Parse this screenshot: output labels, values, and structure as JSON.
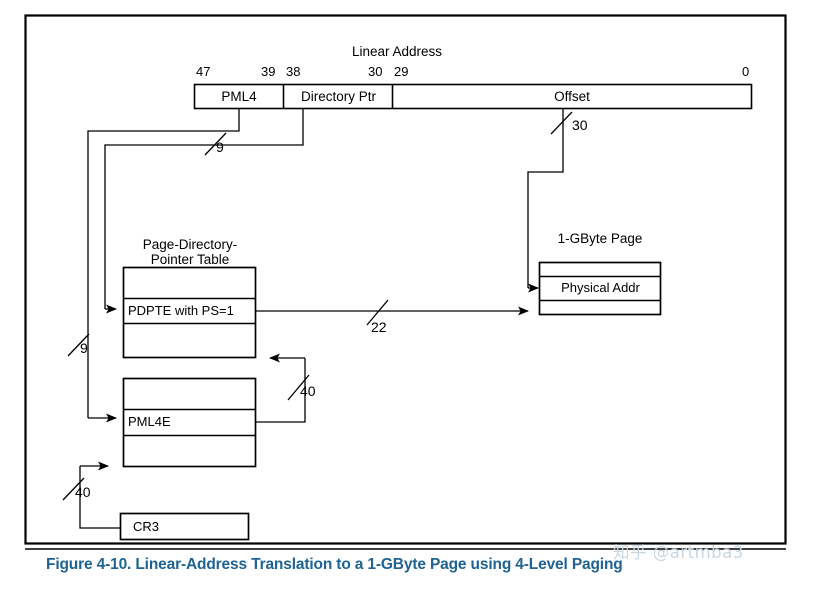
{
  "figure": {
    "caption": "Figure 4-10.  Linear-Address Translation to a 1-GByte Page using 4-Level Paging",
    "caption_color": "#1f6392",
    "watermark": "知乎 @artmba3"
  },
  "linear_address": {
    "title": "Linear Address",
    "bit_labels": {
      "high": "47",
      "pml4_low": "39",
      "dirptr_high": "38",
      "dirptr_low": "30",
      "offset_high": "29",
      "offset_low": "0"
    },
    "fields": [
      {
        "name": "PML4",
        "label": "PML4"
      },
      {
        "name": "Directory Ptr",
        "label": "Directory Ptr"
      },
      {
        "name": "Offset",
        "label": "Offset"
      }
    ]
  },
  "structures": {
    "pdpt": {
      "title_line1": "Page-Directory-",
      "title_line2": "Pointer Table",
      "entry_label": "PDPTE with PS=1"
    },
    "pml4_table": {
      "entry_label": "PML4E"
    },
    "page": {
      "title": "1-GByte Page",
      "entry_label": "Physical Addr"
    },
    "cr3": {
      "label": "CR3"
    }
  },
  "bus_widths": {
    "pml4_index": "9",
    "dirptr_index": "9",
    "offset_width": "30",
    "pdpte_to_page": "22",
    "pml4e_to_pdpt": "40",
    "cr3_to_pml4": "40"
  }
}
